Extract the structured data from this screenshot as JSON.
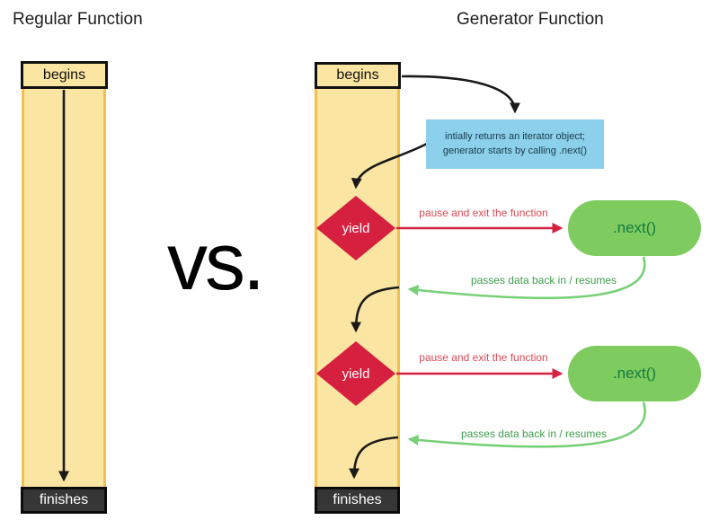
{
  "titles": {
    "left": "Regular Function",
    "right": "Generator Function"
  },
  "vs_label": "vs.",
  "regular": {
    "begin": "begins",
    "finish": "finishes"
  },
  "generator": {
    "begin": "begins",
    "finish": "finishes",
    "note_line1": "intially returns an iterator object;",
    "note_line2": "generator starts by calling .next()",
    "yield1": "yield",
    "yield2": "yield",
    "next1": ".next()",
    "next2": ".next()",
    "pause1": "pause and exit the function",
    "pause2": "pause and exit the function",
    "resume1": "passes data back in / resumes",
    "resume2": "passes data back in / resumes"
  },
  "colors": {
    "column_fill": "#fbe5a2",
    "column_border": "#f0c14f",
    "note_blue": "#8cd0ec",
    "note_text": "#17394a",
    "yield_red": "#d6203f",
    "pause_label_red": "#d84a56",
    "next_green": "#7ecb5f",
    "next_text_green": "#157b3d",
    "resume_arrow_green": "#77d077",
    "resume_label_green": "#3f9e4d",
    "finish_fill": "#363636",
    "arrow_black": "#1a1a1a"
  }
}
